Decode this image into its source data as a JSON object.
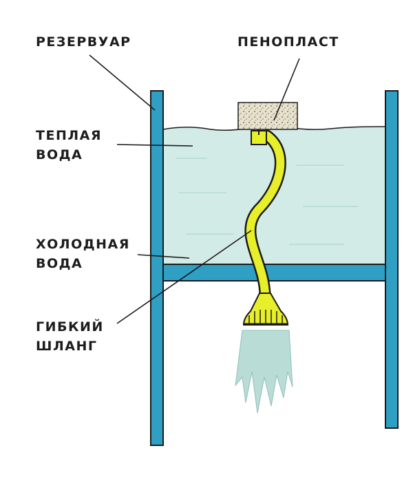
{
  "labels": {
    "reservoir": "РЕЗЕРВУАР",
    "foam": "ПЕНОПЛАСТ",
    "warm_water": [
      "ТЕПЛАЯ",
      "ВОДА"
    ],
    "cold_water": [
      "ХОЛОДНАЯ",
      "ВОДА"
    ],
    "hose": [
      "ГИБКИЙ",
      "ШЛАНГ"
    ]
  },
  "colors": {
    "frame": "#2f9fc4",
    "frame_outline": "#1a1a1a",
    "water": "#d3ebe7",
    "foam": "#e8e2cc",
    "hose": "#e7ee2a",
    "spray": "#b9dcd6",
    "text": "#1c1c1c"
  },
  "icons": [
    "foam-block",
    "flexible-hose",
    "shower-head",
    "water-spray"
  ]
}
